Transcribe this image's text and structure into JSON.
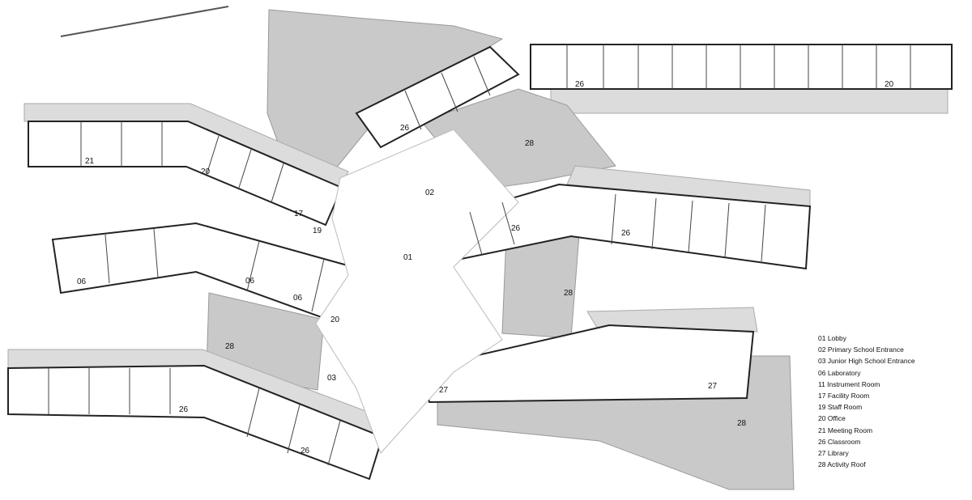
{
  "plan": {
    "labels": {
      "r26a": "26",
      "r20a": "20",
      "r26b": "26",
      "r28a": "28",
      "r21": "21",
      "r20b": "20",
      "r17": "17",
      "r02": "02",
      "r19": "19",
      "r26c": "26",
      "r26d": "26",
      "r06a": "06",
      "r06b": "06",
      "r06c": "06",
      "r20c": "20",
      "r01": "01",
      "r28b": "28",
      "r28c": "28",
      "r03": "03",
      "r27a": "27",
      "r27b": "27",
      "r28d": "28",
      "r26e": "26",
      "r26f": "26"
    }
  },
  "legend": [
    "01 Lobby",
    "02 Primary School Entrance",
    "03 Junior High School Entrance",
    "06 Laboratory",
    "11 Instrument Room",
    "17 Facility Room",
    "19 Staff Room",
    "20 Office",
    "21 Meeting Room",
    "26 Classroom",
    "27 Library",
    "28 Activity Roof"
  ]
}
